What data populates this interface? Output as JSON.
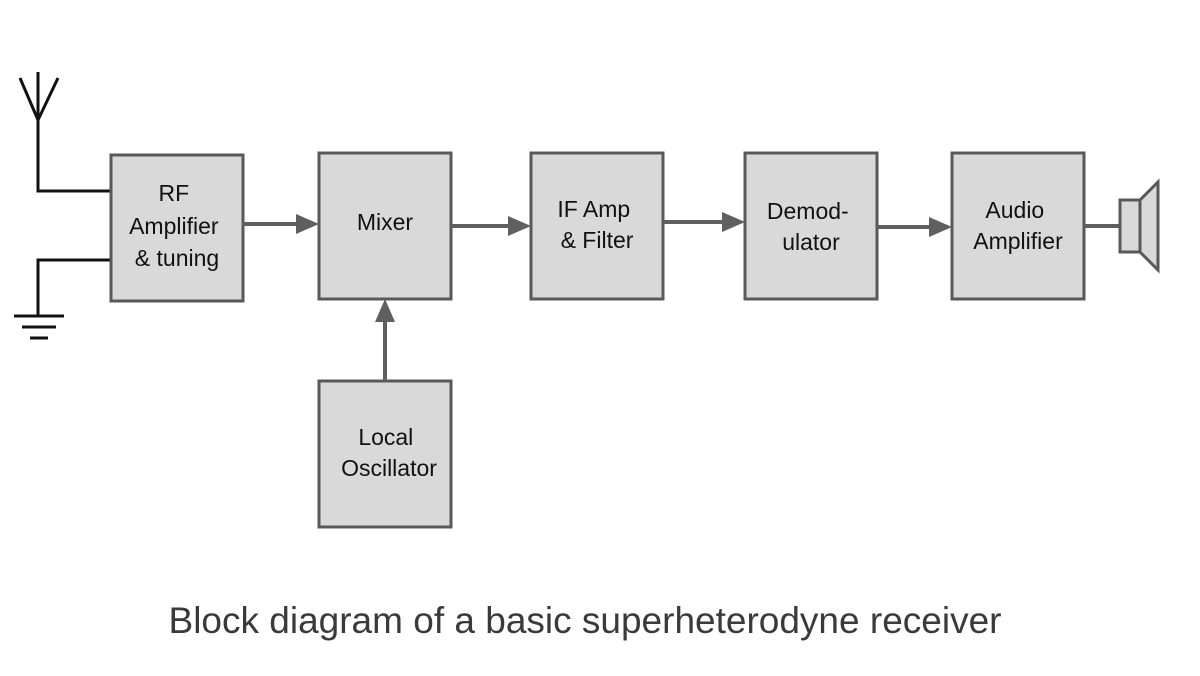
{
  "diagram": {
    "caption": "Block diagram of a basic superheterodyne receiver",
    "blocks": {
      "rf_amplifier": [
        "RF",
        "Amplifier",
        "& tuning"
      ],
      "mixer": [
        "Mixer"
      ],
      "local_oscillator": [
        "Local",
        "Oscillator"
      ],
      "if_amp": [
        "IF Amp",
        "& Filter"
      ],
      "demodulator": [
        "Demod-",
        "ulator"
      ],
      "audio_amplifier": [
        "Audio",
        "Amplifier"
      ]
    },
    "colors": {
      "block_fill": "#d9d9d9",
      "block_stroke": "#595959",
      "connector": "#5f5f5f",
      "symbol": "#111111",
      "caption": "#3a3a3a"
    },
    "icons": [
      "antenna-icon",
      "ground-icon",
      "speaker-icon"
    ]
  }
}
